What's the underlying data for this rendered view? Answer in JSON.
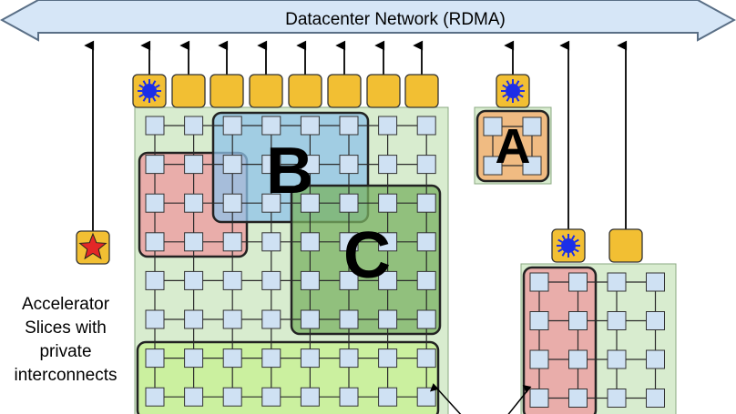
{
  "network": {
    "label": "Datacenter Network (RDMA)"
  },
  "slices": {
    "a": "A",
    "b": "B",
    "c": "C"
  },
  "caption": {
    "lines": [
      "Accelerator",
      "Slices with",
      "private",
      "interconnects"
    ]
  },
  "colors": {
    "banner_fill": "#d6e6f7",
    "banner_stroke": "#5a6f86",
    "pod_fill": "#d8eccf",
    "pod_stroke": "#8aa880",
    "chip_fill": "#cfe1f3",
    "nic_fill": "#f2bf33",
    "nic_sun": "#1c2ee8",
    "nic_star": "#e42727",
    "slice_a": "#f3b679",
    "slice_b": "#8fc3ea",
    "slice_c": "#7ab161",
    "slice_red": "#ee9da0",
    "slice_bottom": "#c9f196"
  },
  "icons": {
    "nic_sun": "sun-icon",
    "nic_star": "star-icon",
    "nic_plain": "nic-port",
    "arrow": "arrow-up-icon"
  }
}
